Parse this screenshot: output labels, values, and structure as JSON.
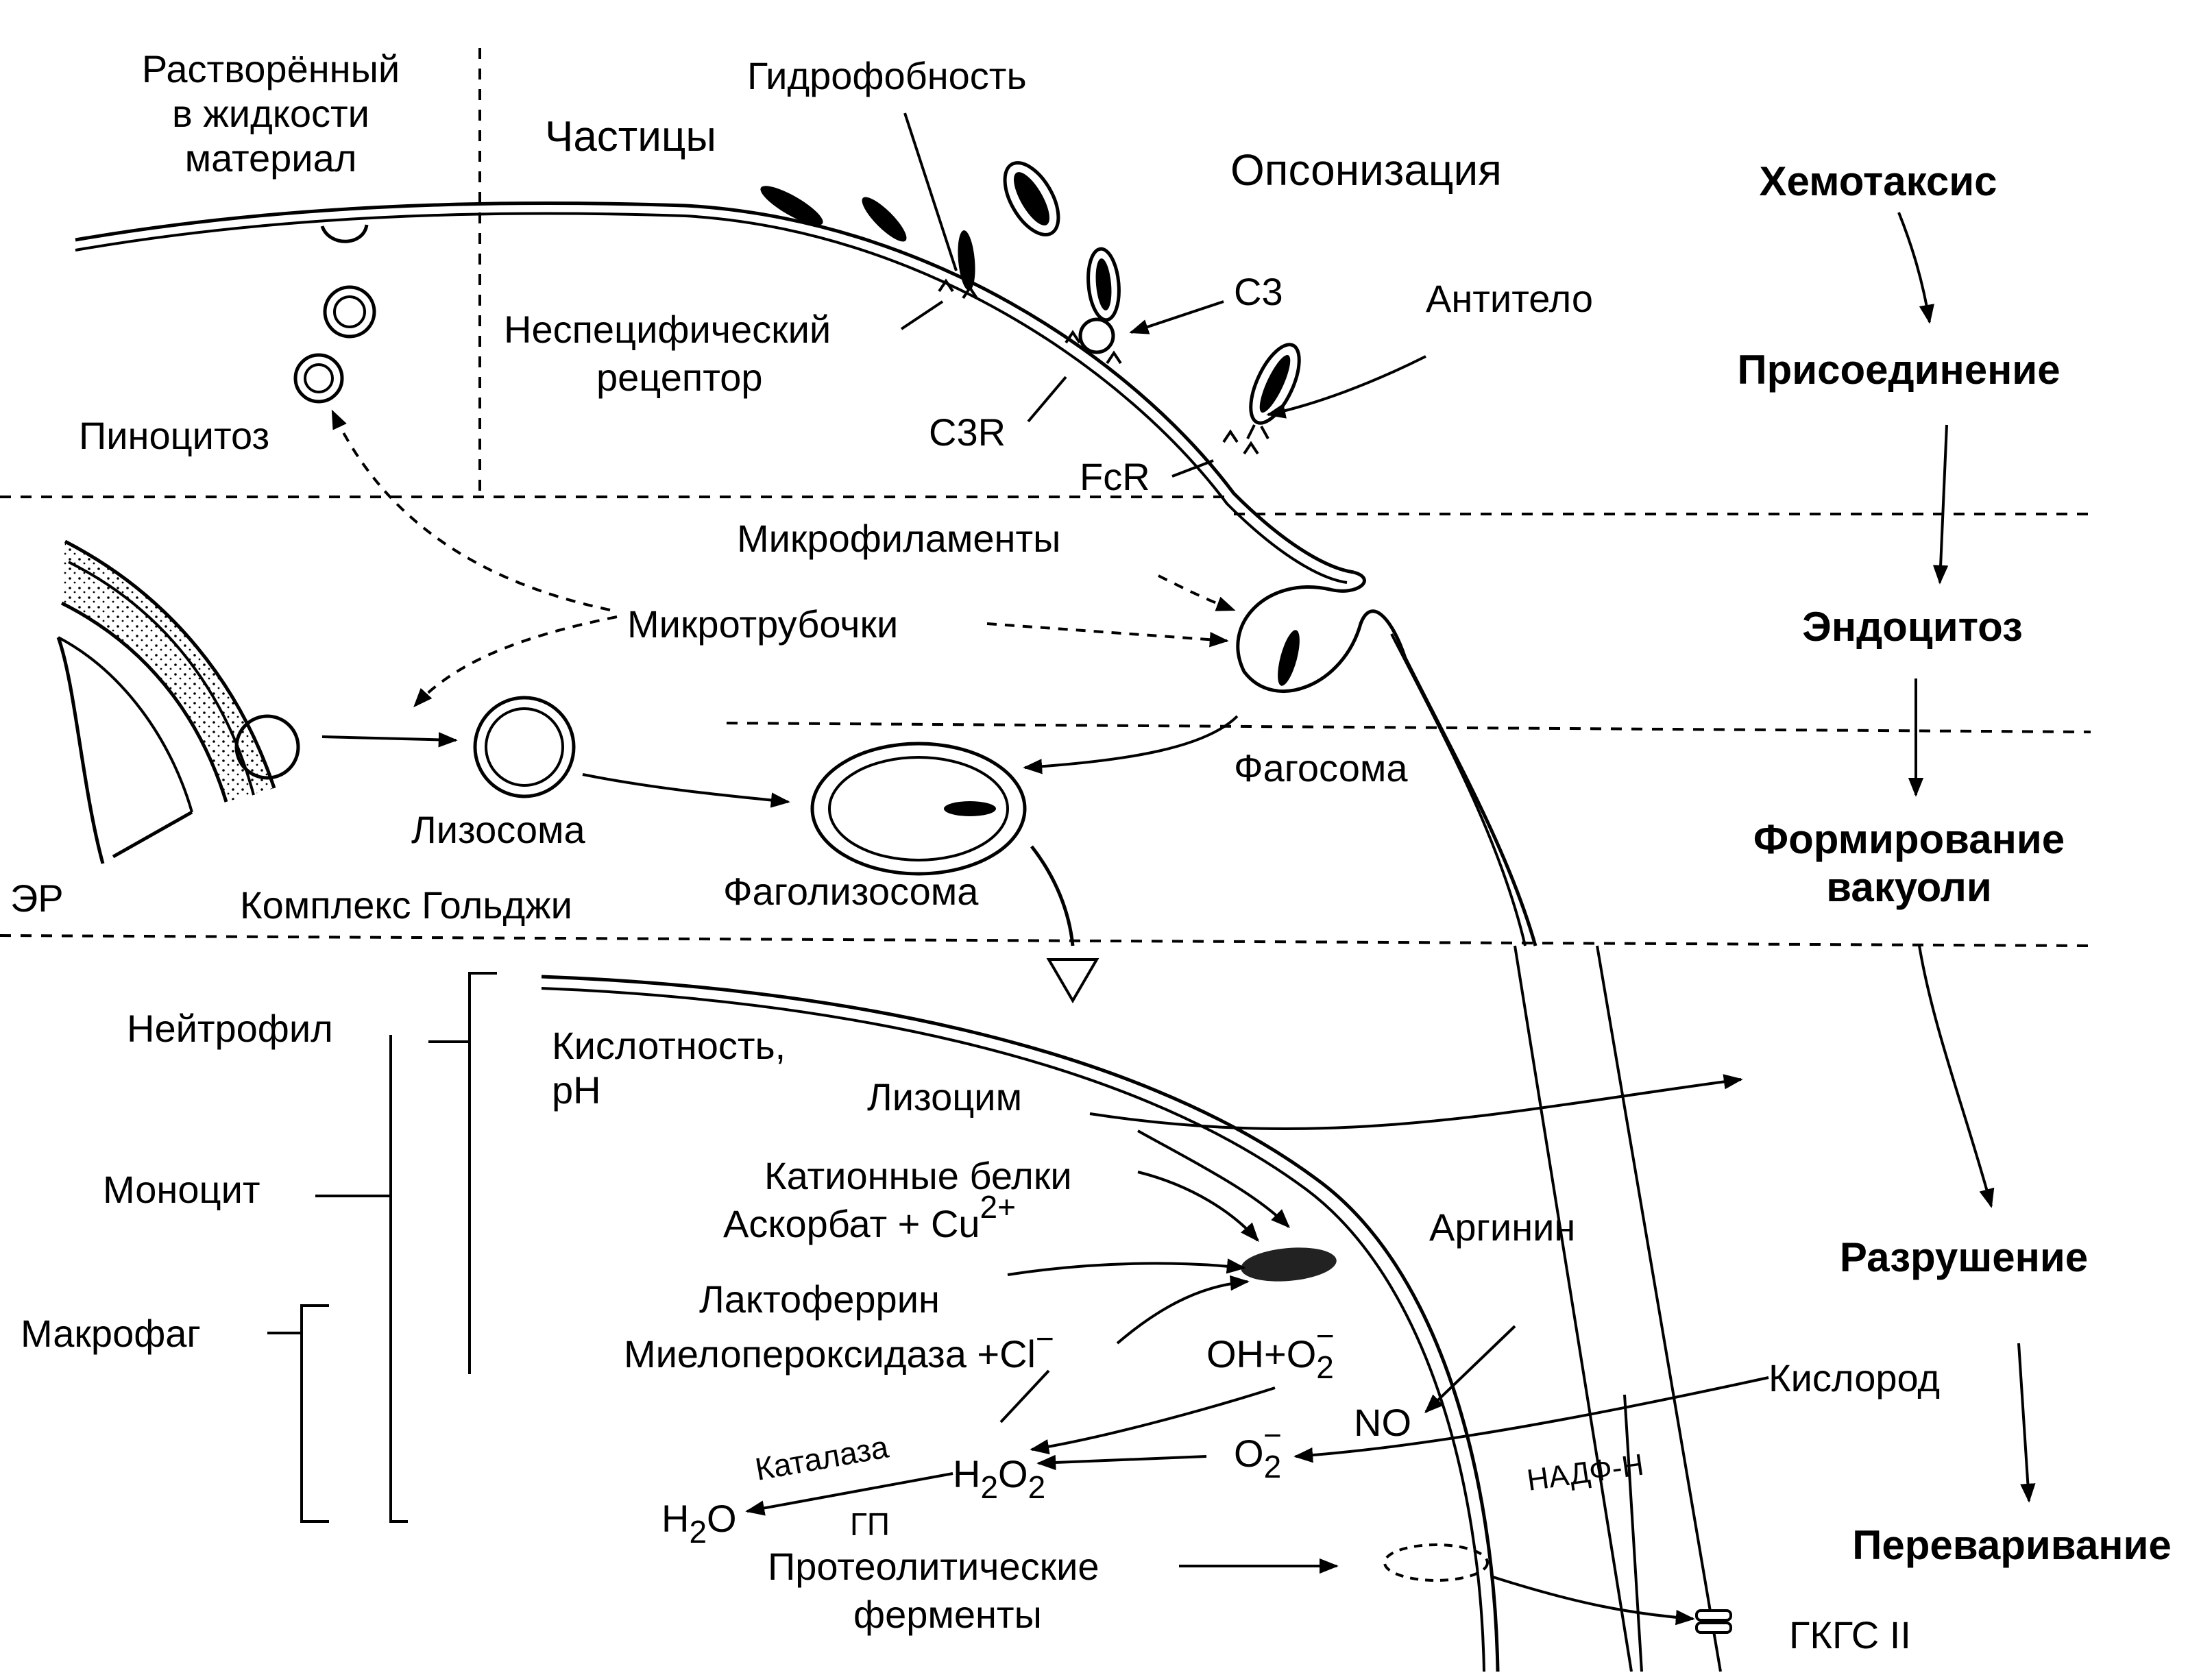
{
  "labels": {
    "dissolved_material": [
      "Растворённый",
      "в жидкости",
      "материал"
    ],
    "particles": "Частицы",
    "hydrophobicity": "Гидрофобность",
    "opsonization": "Опсонизация",
    "c3": "C3",
    "antibody": "Антитело",
    "nonspecific_receptor": [
      "Неспецифический",
      "рецептор"
    ],
    "c3r": "C3R",
    "fcr": "FcR",
    "pinocytosis": "Пиноцитоз",
    "microfilaments": "Микрофиламенты",
    "microtubules": "Микротрубочки",
    "phagosome": "Фагосома",
    "lysosome": "Лизосома",
    "phagolysosome": "Фаголизосома",
    "er": "ЭР",
    "golgi": "Комплекс  Гольджи",
    "neutrophil": "Нейтрофил",
    "monocyte": "Моноцит",
    "macrophage": "Макрофаг",
    "acidity": [
      "Кислотность,",
      "pH"
    ],
    "lysozyme": "Лизоцим",
    "cationic_proteins": "Катионные белки",
    "ascorbate": "Аскорбат +  Cu",
    "ascorbate_sup": "2+",
    "lactoferrin": "Лактоферрин",
    "myeloperoxidase": "Миелопероксидаза +Cl",
    "myeloperoxidase_sup": "−",
    "arginine": "Аргинин",
    "oh_o2": "OH+O",
    "oh_o2_sub": "2",
    "oh_o2_sup": "−",
    "no": "NO",
    "oxygen": "Кислород",
    "o2_minus": "O",
    "o2_minus_sub": "2",
    "o2_minus_sup": "−",
    "h2o2_a": "H",
    "h2o2_sub1": "2",
    "h2o2_b": "O",
    "h2o2_sub2": "2",
    "catalase": "Каталаза",
    "gp": "ГП",
    "h2o_a": "H",
    "h2o_sub": "2",
    "h2o_b": "O",
    "nadph": "НАДФ-Н",
    "proteolytic": [
      "Протеолитические",
      "ферменты"
    ],
    "mhc2": "ГКГС II"
  },
  "stages": [
    "Хемотаксис",
    "Присоединение",
    "Эндоцитоз",
    [
      "Формирование",
      "вакуоли"
    ],
    "Разрушение",
    "Переваривание"
  ]
}
